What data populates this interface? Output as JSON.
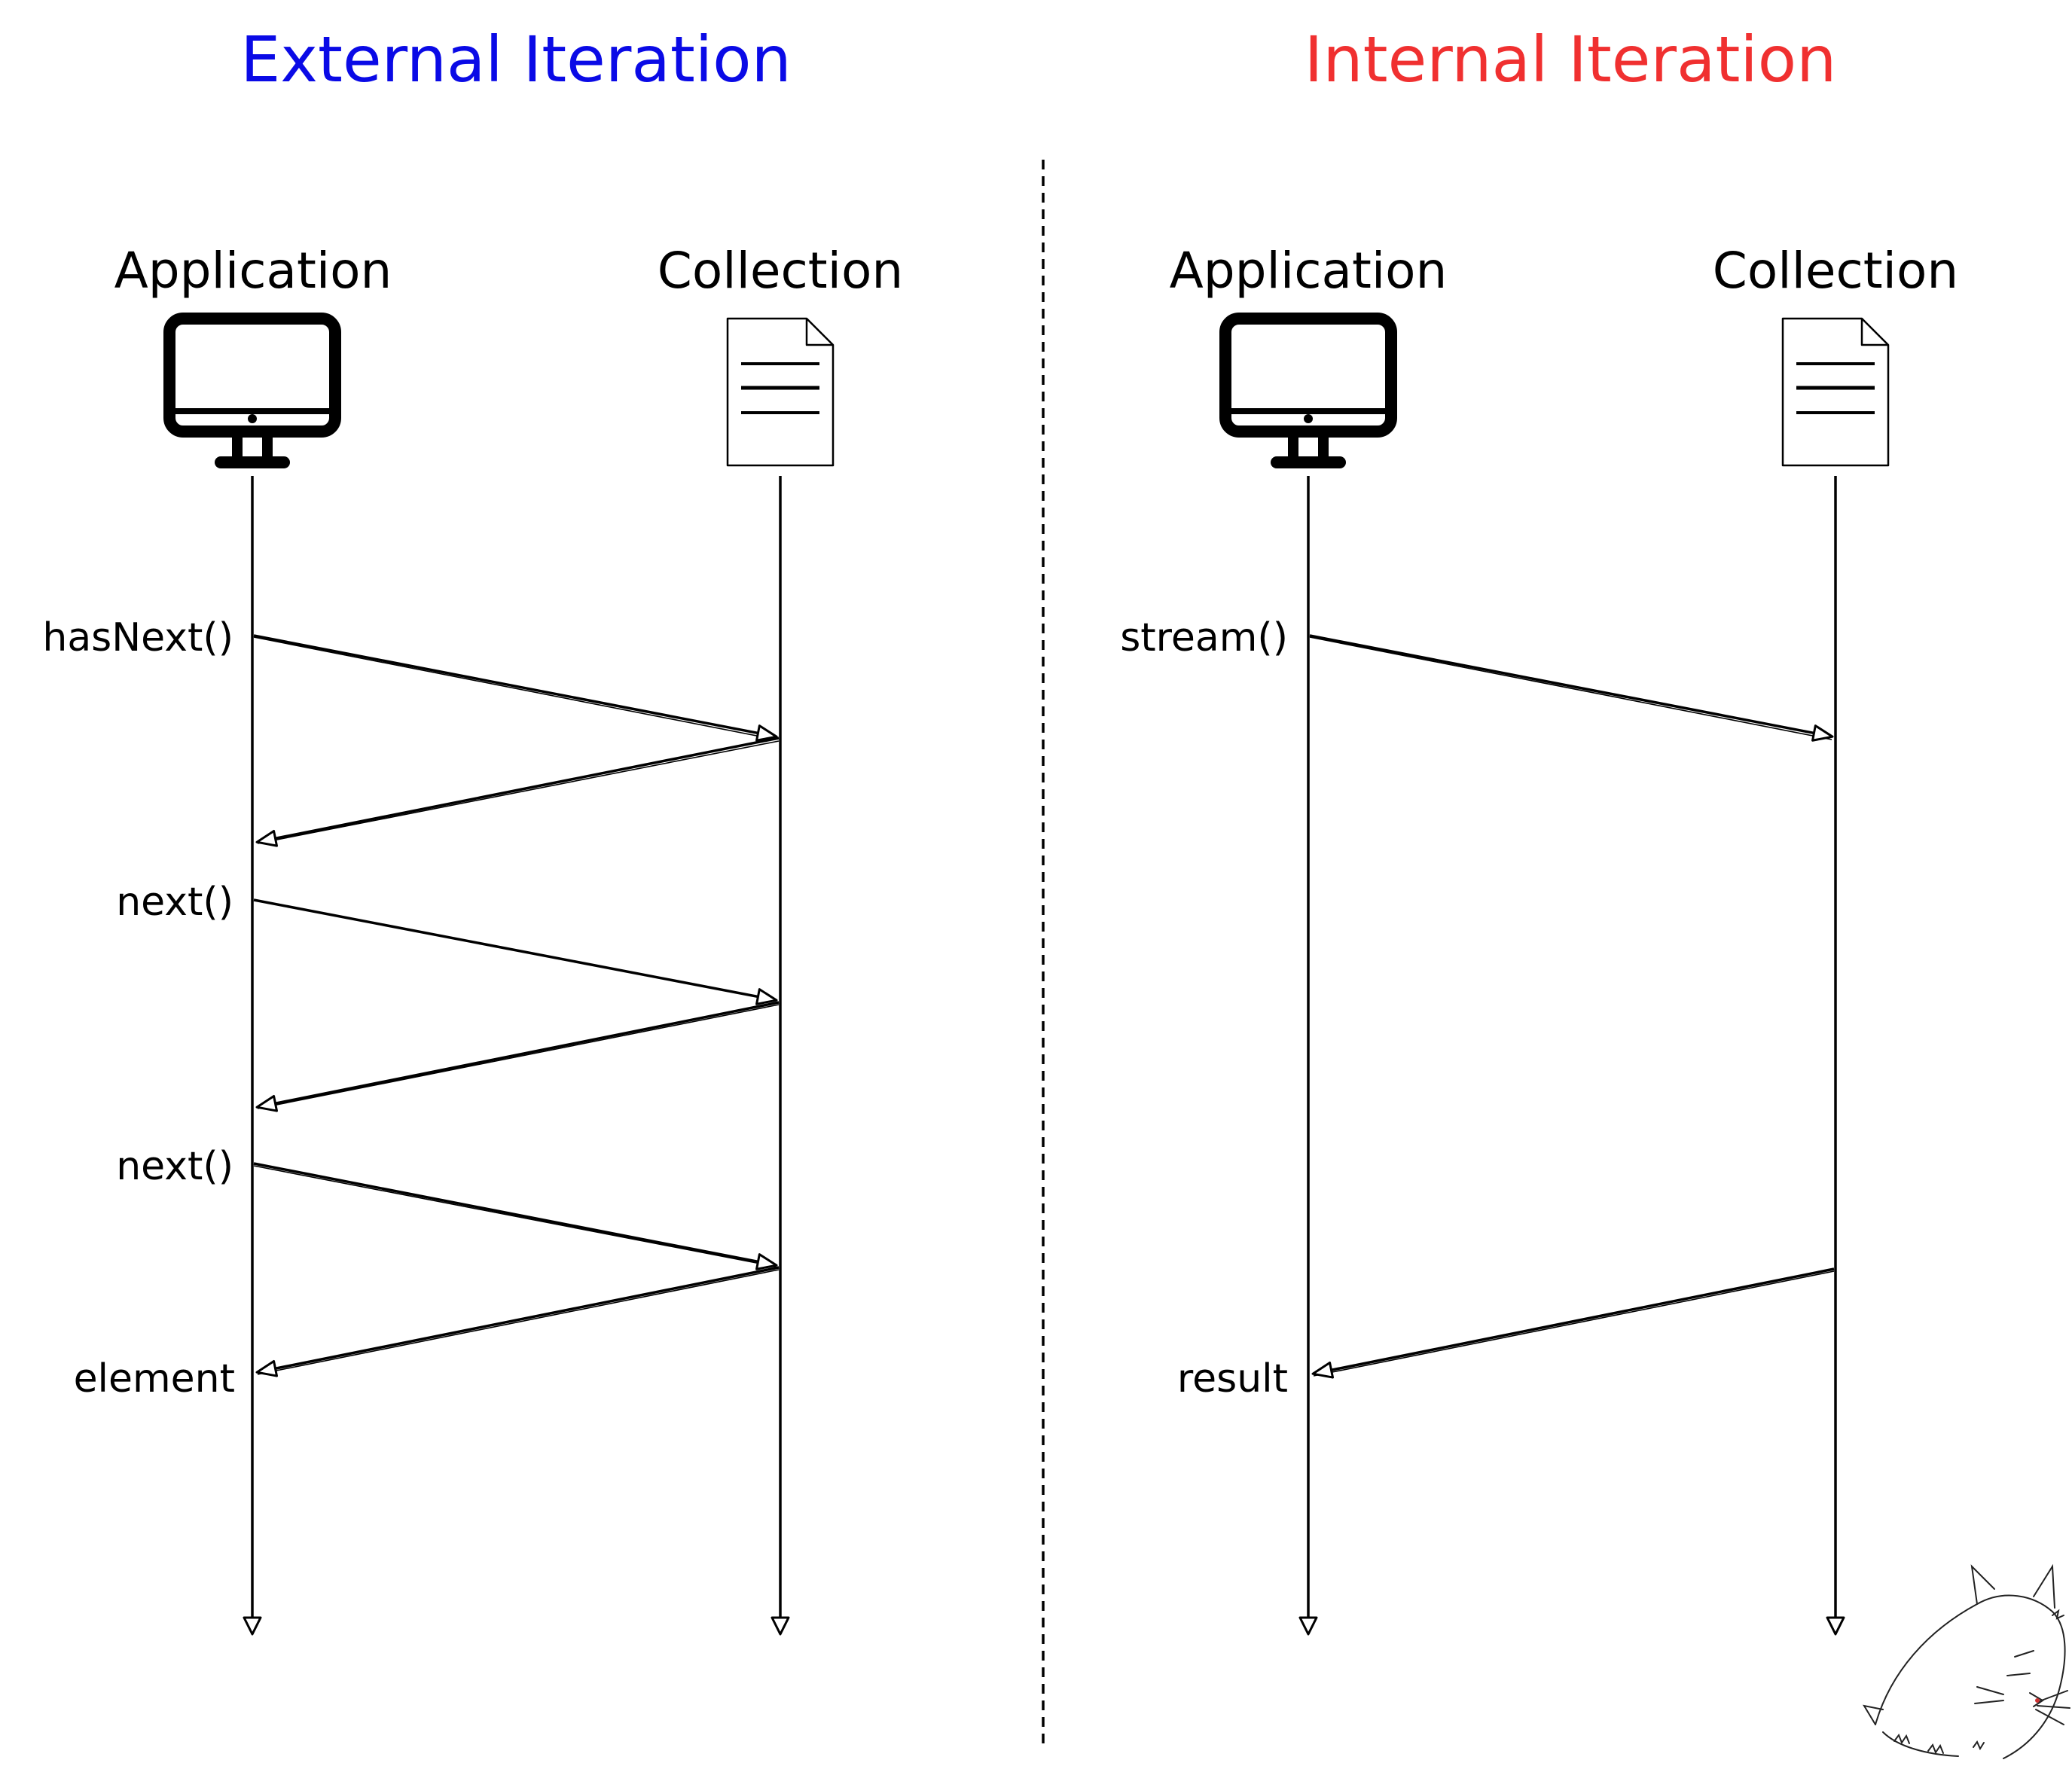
{
  "colors": {
    "external_title": "#0a0ae6",
    "internal_title": "#f03030",
    "ink": "#000000",
    "background": "#ffffff"
  },
  "external": {
    "title": "External Iteration",
    "application_label": "Application",
    "collection_label": "Collection",
    "messages": [
      {
        "label": "hasNext()",
        "from": "application",
        "to": "collection"
      },
      {
        "label": "",
        "from": "collection",
        "to": "application"
      },
      {
        "label": "next()",
        "from": "application",
        "to": "collection"
      },
      {
        "label": "",
        "from": "collection",
        "to": "application"
      },
      {
        "label": "next()",
        "from": "application",
        "to": "collection"
      },
      {
        "label": "element",
        "from": "collection",
        "to": "application"
      }
    ]
  },
  "internal": {
    "title": "Internal Iteration",
    "application_label": "Application",
    "collection_label": "Collection",
    "messages": [
      {
        "label": "stream()",
        "from": "application",
        "to": "collection"
      },
      {
        "label": "result",
        "from": "collection",
        "to": "application"
      }
    ]
  },
  "icons": {
    "application": "monitor-icon",
    "collection": "document-icon",
    "mascot": "sleeping-cat-icon"
  }
}
